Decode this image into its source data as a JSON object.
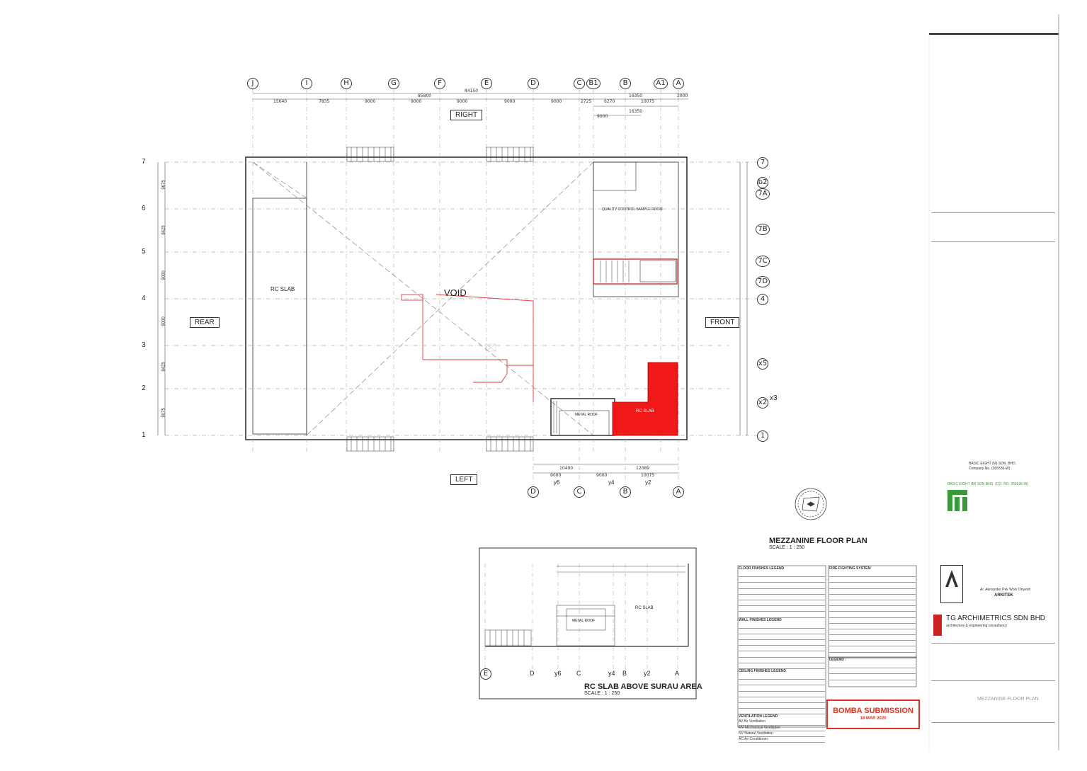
{
  "plan": {
    "title": "MEZZANINE FLOOR PLAN",
    "scale": "SCALE : 1 : 250",
    "void_label": "VOID",
    "rc_slab_label": "RC SLAB",
    "rc_slab_red_label": "RC SLAB",
    "views": {
      "right": "RIGHT",
      "left": "LEFT",
      "rear": "REAR",
      "front": "FRONT"
    },
    "grid_top": [
      "J",
      "I",
      "H",
      "G",
      "F",
      "E",
      "D",
      "C",
      "B1",
      "B",
      "A1",
      "A"
    ],
    "grid_bottom": [
      "D",
      "C",
      "B",
      "A"
    ],
    "grid_bottom_sub": [
      "y6",
      "y4",
      "y2"
    ],
    "grid_left": [
      "7",
      "6",
      "5",
      "4",
      "3",
      "2",
      "1"
    ],
    "grid_right": [
      "7",
      "b2",
      "7A",
      "7B",
      "7C",
      "7D",
      "4",
      "x5",
      "x2",
      "x3",
      "1"
    ],
    "dims_top": [
      "15640",
      "7835",
      "9000",
      "9000",
      "9000",
      "9000",
      "9000",
      "2725",
      "6270",
      "10075",
      "2000"
    ],
    "dims_top_overall": [
      "85800",
      "84150",
      "16350",
      "16350",
      "9000"
    ],
    "dims_left": [
      "9675",
      "8425",
      "9000",
      "9000",
      "8425",
      "9075"
    ],
    "dims_bottom": [
      "10400",
      "12089",
      "9000",
      "9000",
      "10075"
    ],
    "room_label": "QUALITY CONTROL SAMPLE ROOM",
    "metal_roof": "METAL ROOF",
    "mezzanine_level": "RC SLAB"
  },
  "detail": {
    "title": "RC SLAB ABOVE SURAU AREA",
    "scale": "SCALE : 1 : 250",
    "rc_slab_label": "RC SLAB",
    "metal_roof": "METAL ROOF",
    "grid_bottom": [
      "E",
      "D",
      "y6",
      "C",
      "y4",
      "B",
      "y2",
      "A"
    ]
  },
  "legends": {
    "floor_finishes": "FLOOR FINISHES LEGEND",
    "wall_finishes": "WALL FINISHES LEGEND",
    "ceiling_finishes": "CEILING FINISHES LEGEND",
    "ventilation": "VENTILATION LEGEND",
    "fire_fighting": "FIRE FIGHTING SYSTEM",
    "legend": "LEGEND :",
    "ventilation_items": [
      "AV  Air Ventilation",
      "MV  Mechanical Ventilation",
      "NV  Natural Ventilation",
      "AC  Air Conditioner"
    ]
  },
  "stamp": {
    "title": "BOMBA SUBMISSION",
    "date": "18 MAR 2020"
  },
  "title_block": {
    "consultant": "BASIC EIGHT (M) SDN. BHD.",
    "company_no": "Company No. (265536-W)",
    "architect_role": "ARKITEK",
    "architect_name": "Ar. Alexander Pek Wooi Onyeoh",
    "architect_firm": "TG ARCHIMETRICS SDN BHD",
    "architect_firm_sub": "architecture & engineering consultancy",
    "developer": "BASIC EIGHT (M) SDN BHD. (CO. NO. 265536-W)",
    "drawing_title": "MEZZANINE FLOOR PLAN"
  },
  "colors": {
    "red_fill": "#f01818",
    "red_line": "#e23a3a",
    "line": "#333333",
    "brand_green": "#3a9a3a",
    "brand_red": "#cc2222"
  }
}
